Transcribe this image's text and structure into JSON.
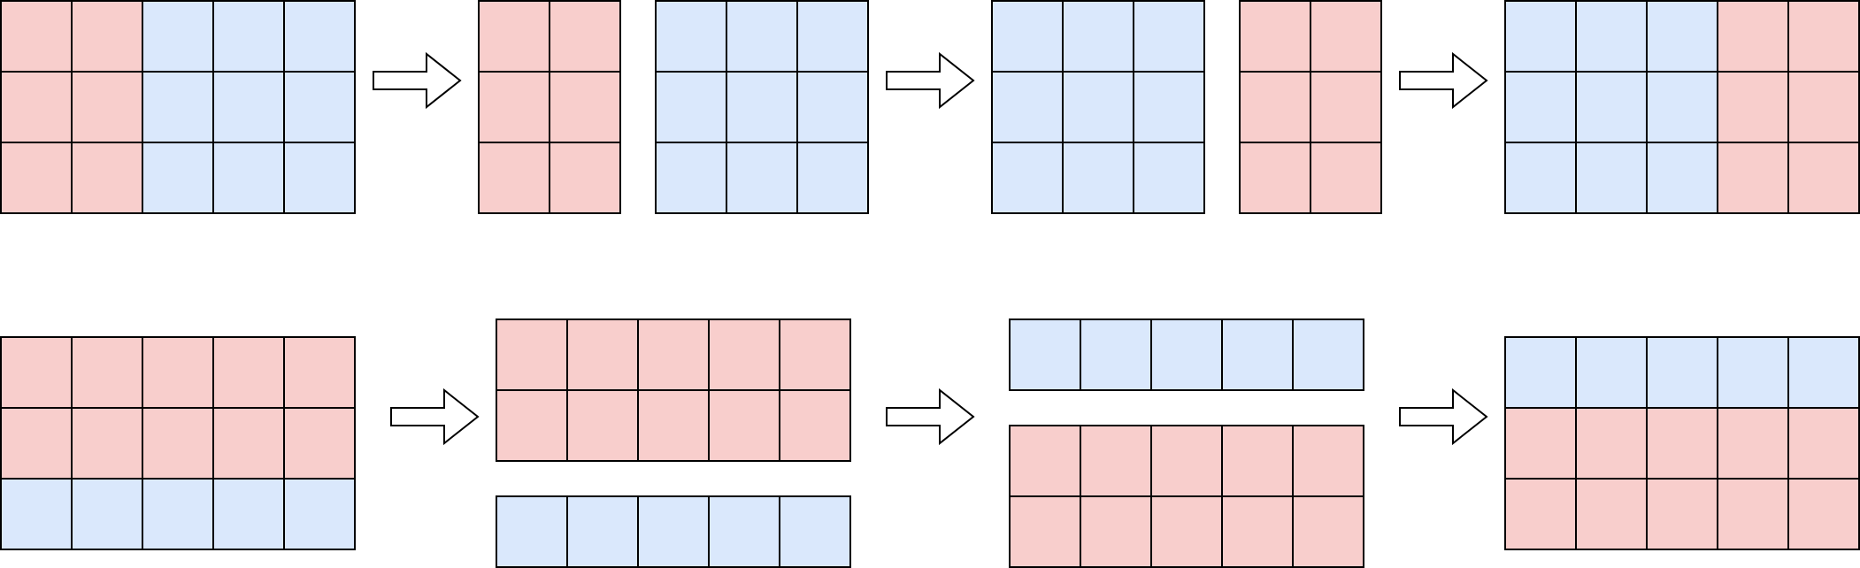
{
  "colors": {
    "pink": "#f8cecc",
    "blue": "#dae8fc",
    "stroke": "#000000",
    "background": "#ffffff"
  },
  "rows": [
    {
      "name": "row-column-swap",
      "steps": [
        {
          "grids": [
            {
              "name": "source-grid",
              "rows": [
                [
                  "pink",
                  "pink",
                  "blue",
                  "blue",
                  "blue"
                ],
                [
                  "pink",
                  "pink",
                  "blue",
                  "blue",
                  "blue"
                ],
                [
                  "pink",
                  "pink",
                  "blue",
                  "blue",
                  "blue"
                ]
              ]
            }
          ]
        },
        {
          "grids": [
            {
              "name": "pink-block",
              "rows": [
                [
                  "pink",
                  "pink"
                ],
                [
                  "pink",
                  "pink"
                ],
                [
                  "pink",
                  "pink"
                ]
              ]
            },
            {
              "name": "blue-block",
              "rows": [
                [
                  "blue",
                  "blue",
                  "blue"
                ],
                [
                  "blue",
                  "blue",
                  "blue"
                ],
                [
                  "blue",
                  "blue",
                  "blue"
                ]
              ]
            }
          ]
        },
        {
          "grids": [
            {
              "name": "blue-block",
              "rows": [
                [
                  "blue",
                  "blue",
                  "blue"
                ],
                [
                  "blue",
                  "blue",
                  "blue"
                ],
                [
                  "blue",
                  "blue",
                  "blue"
                ]
              ]
            },
            {
              "name": "pink-block",
              "rows": [
                [
                  "pink",
                  "pink"
                ],
                [
                  "pink",
                  "pink"
                ],
                [
                  "pink",
                  "pink"
                ]
              ]
            }
          ]
        },
        {
          "grids": [
            {
              "name": "result-grid",
              "rows": [
                [
                  "blue",
                  "blue",
                  "blue",
                  "pink",
                  "pink"
                ],
                [
                  "blue",
                  "blue",
                  "blue",
                  "pink",
                  "pink"
                ],
                [
                  "blue",
                  "blue",
                  "blue",
                  "pink",
                  "pink"
                ]
              ]
            }
          ]
        }
      ]
    },
    {
      "name": "row-row-swap",
      "steps": [
        {
          "grids": [
            {
              "name": "source-grid",
              "rows": [
                [
                  "pink",
                  "pink",
                  "pink",
                  "pink",
                  "pink"
                ],
                [
                  "pink",
                  "pink",
                  "pink",
                  "pink",
                  "pink"
                ],
                [
                  "blue",
                  "blue",
                  "blue",
                  "blue",
                  "blue"
                ]
              ]
            }
          ]
        },
        {
          "grids": [
            {
              "name": "pink-block",
              "rows": [
                [
                  "pink",
                  "pink",
                  "pink",
                  "pink",
                  "pink"
                ],
                [
                  "pink",
                  "pink",
                  "pink",
                  "pink",
                  "pink"
                ]
              ]
            },
            {
              "name": "blue-block",
              "rows": [
                [
                  "blue",
                  "blue",
                  "blue",
                  "blue",
                  "blue"
                ]
              ]
            }
          ]
        },
        {
          "grids": [
            {
              "name": "blue-block",
              "rows": [
                [
                  "blue",
                  "blue",
                  "blue",
                  "blue",
                  "blue"
                ]
              ]
            },
            {
              "name": "pink-block",
              "rows": [
                [
                  "pink",
                  "pink",
                  "pink",
                  "pink",
                  "pink"
                ],
                [
                  "pink",
                  "pink",
                  "pink",
                  "pink",
                  "pink"
                ]
              ]
            }
          ]
        },
        {
          "grids": [
            {
              "name": "result-grid",
              "rows": [
                [
                  "blue",
                  "blue",
                  "blue",
                  "blue",
                  "blue"
                ],
                [
                  "pink",
                  "pink",
                  "pink",
                  "pink",
                  "pink"
                ],
                [
                  "pink",
                  "pink",
                  "pink",
                  "pink",
                  "pink"
                ]
              ]
            }
          ]
        }
      ]
    }
  ]
}
